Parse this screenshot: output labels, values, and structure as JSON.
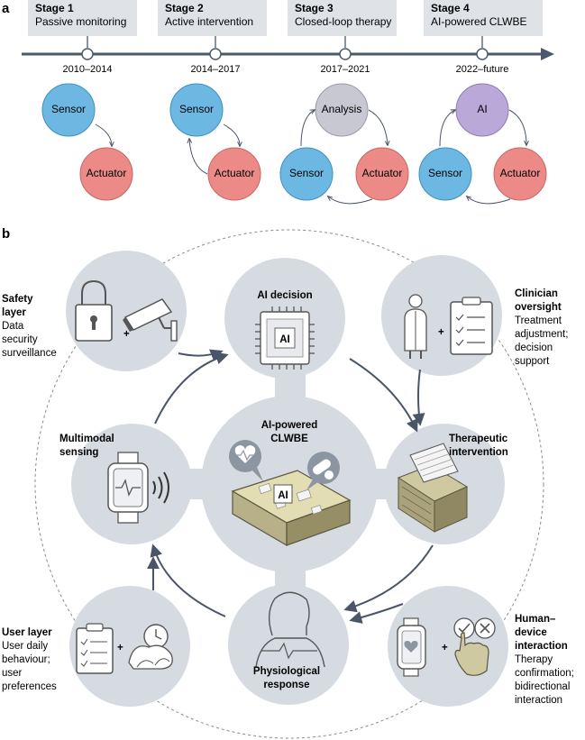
{
  "panel_a": {
    "label": "a",
    "stages": [
      {
        "number": "Stage 1",
        "name": "Passive monitoring",
        "period": "2010–2014",
        "nodes": {
          "sensor": "Sensor",
          "actuator": "Actuator"
        }
      },
      {
        "number": "Stage 2",
        "name": "Active intervention",
        "period": "2014–2017",
        "nodes": {
          "sensor": "Sensor",
          "actuator": "Actuator"
        }
      },
      {
        "number": "Stage 3",
        "name": "Closed-loop therapy",
        "period": "2017–2021",
        "nodes": {
          "top": "Analysis",
          "sensor": "Sensor",
          "actuator": "Actuator"
        }
      },
      {
        "number": "Stage 4",
        "name": "AI-powered CLWBE",
        "period": "2022–future",
        "nodes": {
          "top": "AI",
          "sensor": "Sensor",
          "actuator": "Actuator"
        }
      }
    ]
  },
  "panel_b": {
    "label": "b",
    "center": {
      "title_line1": "AI-powered",
      "title_line2": "CLWBE",
      "chip_label": "AI"
    },
    "hubs": {
      "ai_decision": {
        "title": "AI decision",
        "chip_label": "AI"
      },
      "multimodal_sensing": {
        "line1": "Multimodal",
        "line2": "sensing"
      },
      "therapeutic_intervention": {
        "line1": "Therapeutic",
        "line2": "intervention"
      },
      "physiological_response": {
        "line1": "Physiological",
        "line2": "response"
      }
    },
    "side_labels": {
      "safety": {
        "title_lines": [
          "Safety",
          "layer"
        ],
        "desc_lines": [
          "Data",
          "security",
          "surveillance"
        ]
      },
      "clinician": {
        "title_lines": [
          "Clinician",
          "oversight"
        ],
        "desc_lines": [
          "Treatment",
          "adjustment;",
          "decision",
          "support"
        ]
      },
      "user": {
        "title_lines": [
          "User layer"
        ],
        "desc_lines": [
          "User daily",
          "behaviour;",
          "user",
          "preferences"
        ]
      },
      "human_device": {
        "title_lines": [
          "Human–",
          "device",
          "interaction"
        ],
        "desc_lines": [
          "Therapy",
          "confirmation;",
          "bidirectional",
          "interaction"
        ]
      }
    },
    "plus_sign": "+"
  },
  "colors": {
    "sensor": "#6cb8e2",
    "actuator": "#ec8a88",
    "analysis": "#c8c8d2",
    "ai": "#b9a8d8",
    "stage_box": "#dfe3e8",
    "timeline": "#4a5a6c",
    "bubble": "#d6dbe1",
    "platform": "#cfc9a2",
    "arrow": "#4a5668"
  }
}
